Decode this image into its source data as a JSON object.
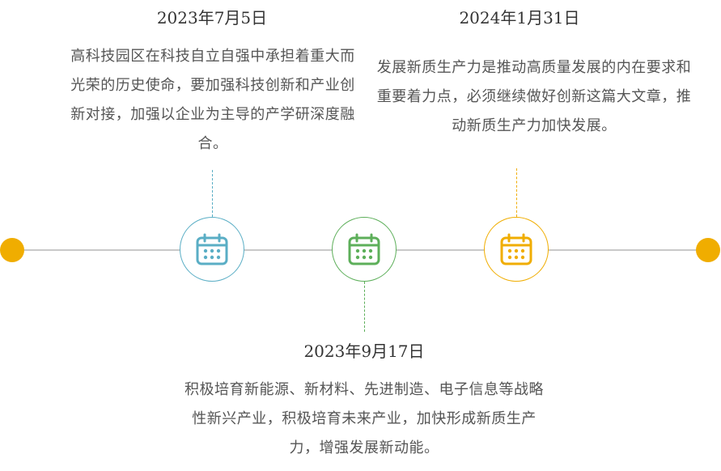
{
  "colors": {
    "line": "#c9c9c9",
    "end_dots": "#f0ad00",
    "event1": "#5aaec5",
    "event2": "#5daf5a",
    "event3": "#f0ad00"
  },
  "events": [
    {
      "date": "2023年7月5日",
      "text": "高科技园区在科技自立自强中承担着重大而光荣的历史使命，要加强科技创新和产业创新对接，加强以企业为主导的产学研深度融合。",
      "icon": "calendar-icon"
    },
    {
      "date": "2023年9月17日",
      "text": "积极培育新能源、新材料、先进制造、电子信息等战略性新兴产业，积极培育未来产业，加快形成新质生产力，增强发展新动能。",
      "icon": "calendar-icon"
    },
    {
      "date": "2024年1月31日",
      "text": "发展新质生产力是推动高质量发展的内在要求和重要着力点，必须继续做好创新这篇大文章，推动新质生产力加快发展。",
      "icon": "calendar-icon"
    }
  ]
}
